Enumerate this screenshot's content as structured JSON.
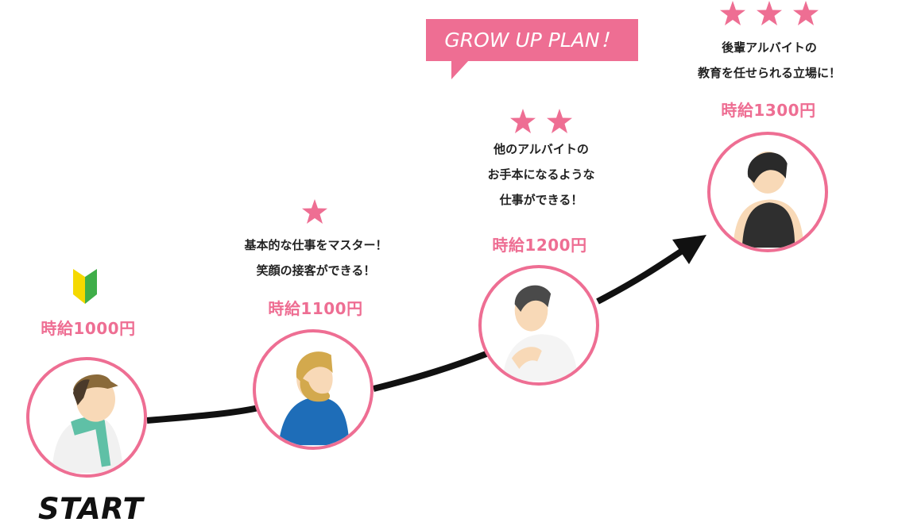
{
  "callout": {
    "text": "GROW UP PLAN！"
  },
  "steps": [
    {
      "wage": "時給1000円",
      "lines": [],
      "stars": 0,
      "badge": "beginner-mark-icon"
    },
    {
      "wage": "時給1100円",
      "lines": [
        "基本的な仕事をマスター！",
        "笑顔の接客ができる！"
      ],
      "stars": 1
    },
    {
      "wage": "時給1200円",
      "lines": [
        "他のアルバイトの",
        "お手本になるような",
        "仕事ができる！"
      ],
      "stars": 2
    },
    {
      "wage": "時給1300円",
      "lines": [
        "後輩アルバイトの",
        "教育を任せられる立場に！"
      ],
      "stars": 3
    }
  ],
  "start_label": "START",
  "colors": {
    "accent": "#ee6e93",
    "arrow": "#111111",
    "beginner_green": "#3fae49",
    "beginner_yellow": "#f5d900"
  },
  "icons": {
    "star": "star-icon",
    "arrow": "growth-arrow",
    "beginner": "beginner-mark-icon"
  }
}
